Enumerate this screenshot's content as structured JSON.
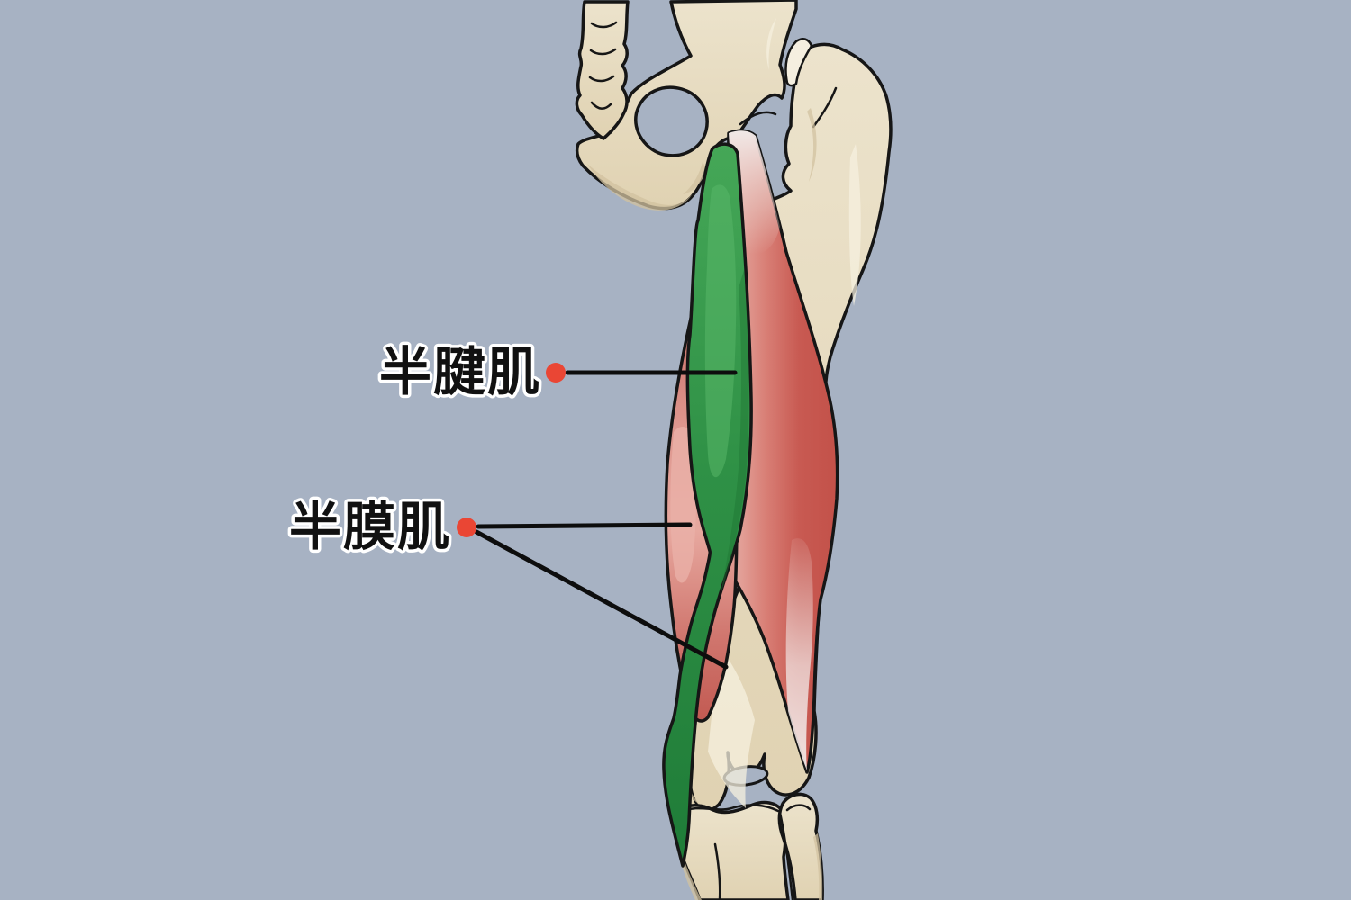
{
  "figure": {
    "background_color": "#a7b2c3",
    "labels": [
      {
        "text": "半腱肌",
        "target": "semitendinosus",
        "lines": [
          "630,414 816,414"
        ]
      },
      {
        "text": "半膜肌",
        "target": "semimembranosus",
        "lines": [
          "531,585 766,583",
          "529,591 806,741"
        ]
      }
    ],
    "colors": {
      "label_text": "#111111",
      "label_halo": "#ffffff",
      "pointer_dot": "#ea4634",
      "leader_line": "#0d0d0d",
      "outline": "#161616",
      "bone": "#e8ddc2",
      "bone_shade": "#d2c2a0",
      "bone_highlight": "#f6f0df",
      "semitendinosus_green": "#2f9146",
      "semimembranosus_red": "#e7a89f",
      "biceps_red": "#c85a52",
      "tendon_white": "#f1e9e7"
    }
  }
}
